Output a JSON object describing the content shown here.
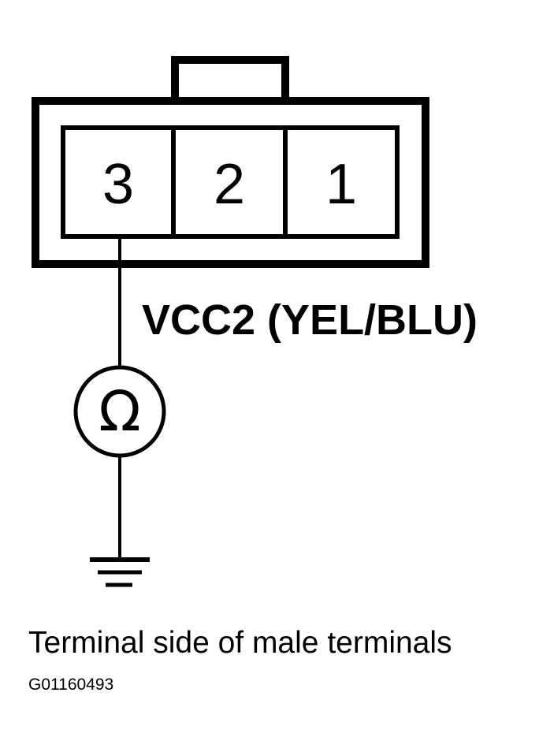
{
  "connector": {
    "terminals": [
      "3",
      "2",
      "1"
    ]
  },
  "wire_label": "VCC2 (YEL/BLU)",
  "meter_symbol": "Ω",
  "caption": "Terminal side of male terminals",
  "figure_code": "G01160493"
}
